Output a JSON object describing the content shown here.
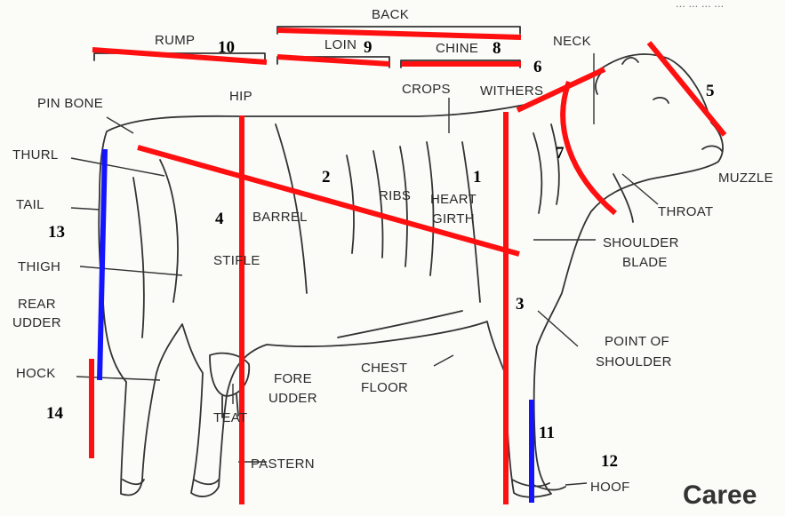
{
  "top_text": "... ... ... ...",
  "brand_text": "Caree",
  "labels": {
    "back": "BACK",
    "rump": "RUMP",
    "loin": "LOIN",
    "chine": "CHINE",
    "neck": "NECK",
    "hip": "HIP",
    "crops": "CROPS",
    "withers": "WITHERS",
    "pin_bone": "PIN BONE",
    "thurl": "THURL",
    "tail": "TAIL",
    "thigh": "THIGH",
    "rear_udder_1": "REAR",
    "rear_udder_2": "UDDER",
    "hock": "HOCK",
    "teat": "TEAT",
    "fore_udder_1": "FORE",
    "fore_udder_2": "UDDER",
    "chest_floor_1": "CHEST",
    "chest_floor_2": "FLOOR",
    "pastern": "PASTERN",
    "barrel": "BARREL",
    "stifle": "STIFLE",
    "ribs": "RIBS",
    "heart_girth_1": "HEART",
    "heart_girth_2": "GIRTH",
    "muzzle": "MUZZLE",
    "throat": "THROAT",
    "shoulder_blade_1": "SHOULDER",
    "shoulder_blade_2": "BLADE",
    "point_of_shoulder_1": "POINT OF",
    "point_of_shoulder_2": "SHOULDER",
    "hoof": "HOOF"
  },
  "numbers": {
    "n1": "1",
    "n2": "2",
    "n3": "3",
    "n4": "4",
    "n5": "5",
    "n6": "6",
    "n7": "7",
    "n8": "8",
    "n9": "9",
    "n10": "10",
    "n11": "11",
    "n12": "12",
    "n13": "13",
    "n14": "14"
  },
  "colors": {
    "red": "#ff1010",
    "blue": "#1414ff",
    "ink": "#2a2a2a"
  }
}
